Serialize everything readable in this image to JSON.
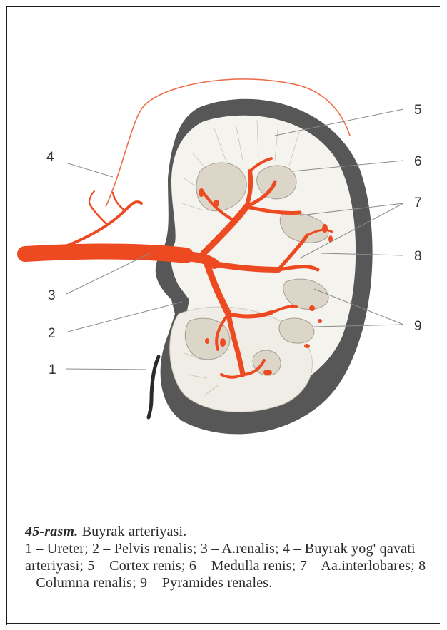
{
  "labels": {
    "n1": "1",
    "n2": "2",
    "n3": "3",
    "n4": "4",
    "n5": "5",
    "n6": "6",
    "n7": "7",
    "n8": "8",
    "n9": "9"
  },
  "caption": {
    "figure_label": "45-rasm.",
    "title": "Buyrak arteriyasi.",
    "legend": "1 – Ureter; 2 – Pelvis renalis; 3 – A.renalis; 4 – Buyrak yog' qavati arteriyasi; 5 – Cortex renis; 6 – Medulla renis; 7 – Aa.interlobares; 8 – Columna renalis; 9 – Pyramides renales."
  },
  "colors": {
    "artery": "#ee4a22",
    "capsule": "#1c1c1c",
    "cortex": "#f3f1ec",
    "pyramid": "#d9d3c6"
  }
}
